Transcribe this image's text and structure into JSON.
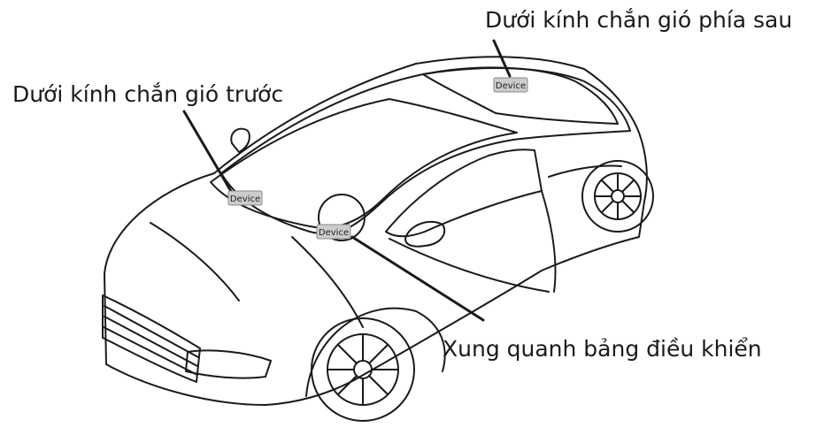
{
  "labels": {
    "rear": "Dưới kính chắn gió phía sau",
    "front": "Dưới kính chắn gió trước",
    "dashboard": "Xung quanh bảng điều khiển"
  },
  "device_tag": "Device",
  "colors": {
    "line": "#1a1a1a",
    "tag_fill": "#cccccc",
    "tag_stroke": "#888888",
    "background": "#ffffff"
  }
}
